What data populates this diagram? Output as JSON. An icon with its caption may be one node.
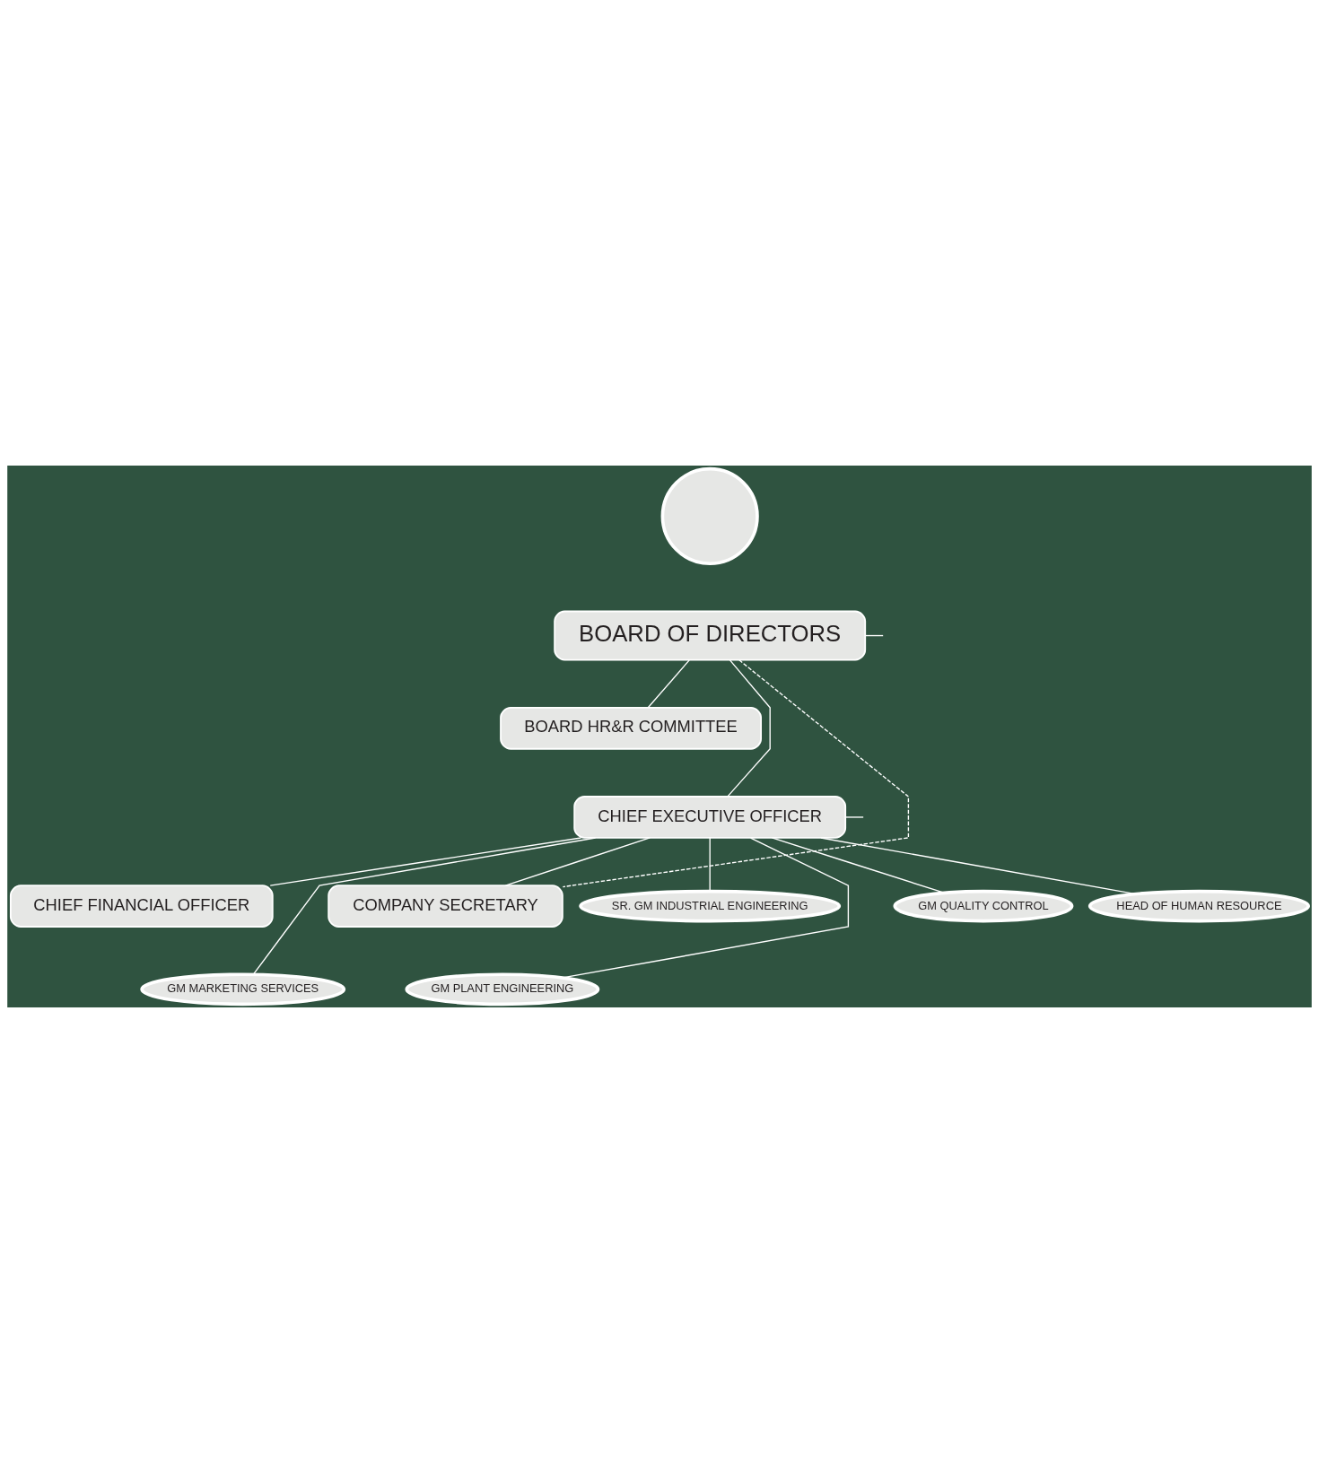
{
  "diagram": {
    "nodes": [
      {
        "text": [],
        "shape": "circle"
      },
      {
        "text": [
          "BOARD OF DIRECTORS"
        ]
      },
      {
        "text": [
          "BOARD HR&R COMMITTEE"
        ]
      },
      {
        "text": [
          "CHIEF EXECUTIVE OFFICER"
        ]
      },
      {
        "text": [
          "CHIEF FINANCIAL OFFICER"
        ]
      },
      {
        "text": [
          "COMPANY SECRETARY"
        ]
      },
      {
        "text": [
          "GM MARKETING SERVICES"
        ]
      },
      {
        "text": [
          "SR. GM INDUSTRIAL ENGINEERING"
        ]
      },
      {
        "text": [
          "GM PLANT ENGINEERING"
        ]
      },
      {
        "text": [
          "GM QUALITY CONTROL"
        ]
      },
      {
        "text": [
          "HEAD OF HUMAN RESOURCE"
        ]
      }
    ],
    "edges": [
      {
        "from": 1,
        "to": null,
        "arrow": "none"
      },
      {
        "from": 1,
        "to": 2,
        "arrow": "none"
      },
      {
        "from": 1,
        "to": 3,
        "arrow": "none"
      },
      {
        "from": 1,
        "to": 5,
        "arrow": "none",
        "style": "dashed"
      },
      {
        "from": 3,
        "to": null,
        "arrow": "none"
      },
      {
        "from": 3,
        "to": 4,
        "arrow": "none"
      },
      {
        "from": 3,
        "to": 5,
        "arrow": "none"
      },
      {
        "from": 3,
        "to": 6,
        "arrow": "none"
      },
      {
        "from": 3,
        "to": 7,
        "arrow": "none"
      },
      {
        "from": 3,
        "to": 8,
        "arrow": "none"
      },
      {
        "from": 3,
        "to": 9,
        "arrow": "none"
      },
      {
        "from": 3,
        "to": 10,
        "arrow": "none"
      }
    ]
  }
}
